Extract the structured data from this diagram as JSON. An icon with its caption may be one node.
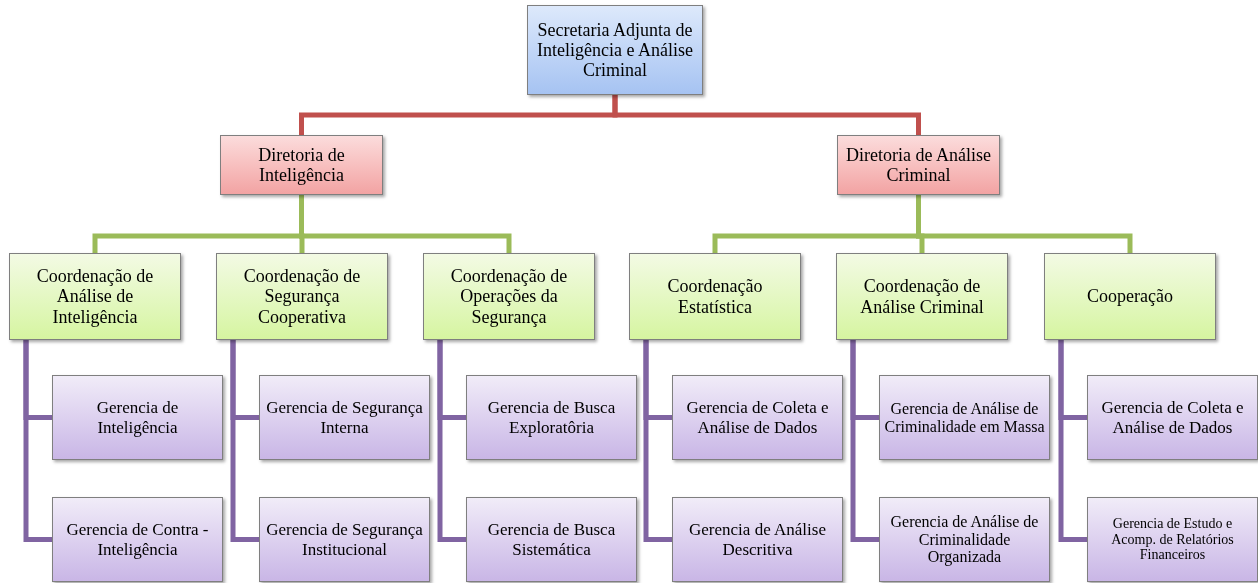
{
  "diagram": {
    "nodes": [
      {
        "text": [
          "Secretaria Adjunta de Inteligência e Análise Criminal"
        ]
      },
      {
        "text": [
          "Diretoria de Inteligência"
        ]
      },
      {
        "text": [
          "Diretoria de Análise Criminal"
        ]
      },
      {
        "text": [
          "Coordenação de Análise de Inteligência"
        ]
      },
      {
        "text": [
          "Coordenação de Segurança Cooperativa"
        ]
      },
      {
        "text": [
          "Coordenação de Operações da Segurança"
        ]
      },
      {
        "text": [
          "Coordenação Estatística"
        ]
      },
      {
        "text": [
          "Coordenação de Análise Criminal"
        ]
      },
      {
        "text": [
          "Cooperação"
        ]
      },
      {
        "text": [
          "Gerencia de Inteligência"
        ]
      },
      {
        "text": [
          "Gerencia de Contra - Inteligência"
        ]
      },
      {
        "text": [
          "Gerencia de Segurança Interna"
        ]
      },
      {
        "text": [
          "Gerencia de Segurança Institucional"
        ]
      },
      {
        "text": [
          "Gerencia de Busca Exploratôria"
        ]
      },
      {
        "text": [
          "Gerencia de Busca Sistemática"
        ]
      },
      {
        "text": [
          "Gerencia de Coleta e Análise de Dados"
        ]
      },
      {
        "text": [
          "Gerencia de Análise Descritiva"
        ]
      },
      {
        "text": [
          "Gerencia de Análise de Criminalidade em Massa"
        ]
      },
      {
        "text": [
          "Gerencia de Análise de Criminalidade Organizada"
        ]
      },
      {
        "text": [
          "Gerencia de Coleta e Análise de Dados"
        ]
      },
      {
        "text": [
          "Gerencia de Estudo e Acomp. de Relatórios Financeiros"
        ]
      }
    ],
    "edges": [
      {
        "from": 0,
        "to": 1,
        "arrow": "none",
        "color": "#c0504d"
      },
      {
        "from": 0,
        "to": 2,
        "arrow": "none",
        "color": "#c0504d"
      },
      {
        "from": 1,
        "to": 3,
        "arrow": "none",
        "color": "#9bbb59"
      },
      {
        "from": 1,
        "to": 4,
        "arrow": "none",
        "color": "#9bbb59"
      },
      {
        "from": 1,
        "to": 5,
        "arrow": "none",
        "color": "#9bbb59"
      },
      {
        "from": 2,
        "to": 6,
        "arrow": "none",
        "color": "#9bbb59"
      },
      {
        "from": 2,
        "to": 7,
        "arrow": "none",
        "color": "#9bbb59"
      },
      {
        "from": 2,
        "to": 8,
        "arrow": "none",
        "color": "#9bbb59"
      },
      {
        "from": 3,
        "to": 9,
        "arrow": "none",
        "color": "#8064a2"
      },
      {
        "from": 3,
        "to": 10,
        "arrow": "none",
        "color": "#8064a2"
      },
      {
        "from": 4,
        "to": 11,
        "arrow": "none",
        "color": "#8064a2"
      },
      {
        "from": 4,
        "to": 12,
        "arrow": "none",
        "color": "#8064a2"
      },
      {
        "from": 5,
        "to": 13,
        "arrow": "none",
        "color": "#8064a2"
      },
      {
        "from": 5,
        "to": 14,
        "arrow": "none",
        "color": "#8064a2"
      },
      {
        "from": 6,
        "to": 15,
        "arrow": "none",
        "color": "#8064a2"
      },
      {
        "from": 6,
        "to": 16,
        "arrow": "none",
        "color": "#8064a2"
      },
      {
        "from": 7,
        "to": 17,
        "arrow": "none",
        "color": "#8064a2"
      },
      {
        "from": 7,
        "to": 18,
        "arrow": "none",
        "color": "#8064a2"
      },
      {
        "from": 8,
        "to": 19,
        "arrow": "none",
        "color": "#8064a2"
      },
      {
        "from": 8,
        "to": 20,
        "arrow": "none",
        "color": "#8064a2"
      }
    ]
  }
}
